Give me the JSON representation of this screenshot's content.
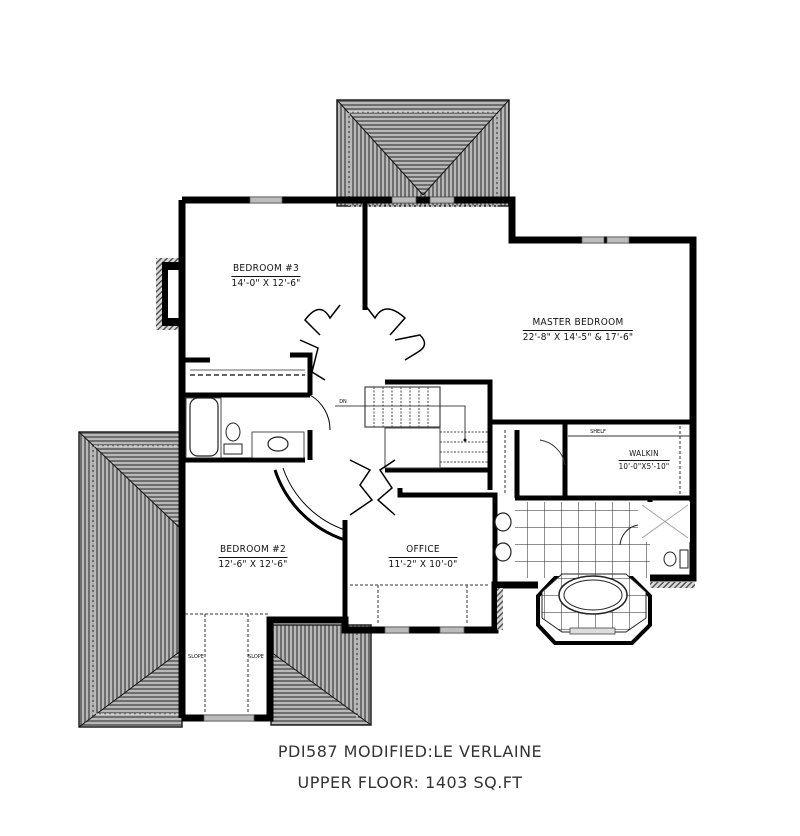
{
  "plan": {
    "model": "PDI587 MODIFIED:LE VERLAINE",
    "floor_area": "UPPER FLOOR: 1403 SQ.FT"
  },
  "rooms": [
    {
      "id": "bedroom3",
      "name": "BEDROOM #3",
      "dims": "14'-0\" X 12'-6\""
    },
    {
      "id": "master",
      "name": "MASTER BEDROOM",
      "dims": "22'-8\" X 14'-5\" & 17'-6\""
    },
    {
      "id": "walkin",
      "name": "WALKIN",
      "dims": "10'-0\"X5'-10\""
    },
    {
      "id": "bedroom2",
      "name": "BEDROOM #2",
      "dims": "12'-6\" X 12'-6\""
    },
    {
      "id": "office",
      "name": "OFFICE",
      "dims": "11'-2\" X 10'-0\""
    }
  ],
  "annotations": {
    "shelf": "SHELF",
    "stair_dn": "DN",
    "slope_left": "SLOPE",
    "slope_right": "SLOPE"
  },
  "colors": {
    "wall": "#000000",
    "roof_hatch": "#8a8a8a",
    "roof_dark": "#555555",
    "background": "#ffffff"
  }
}
